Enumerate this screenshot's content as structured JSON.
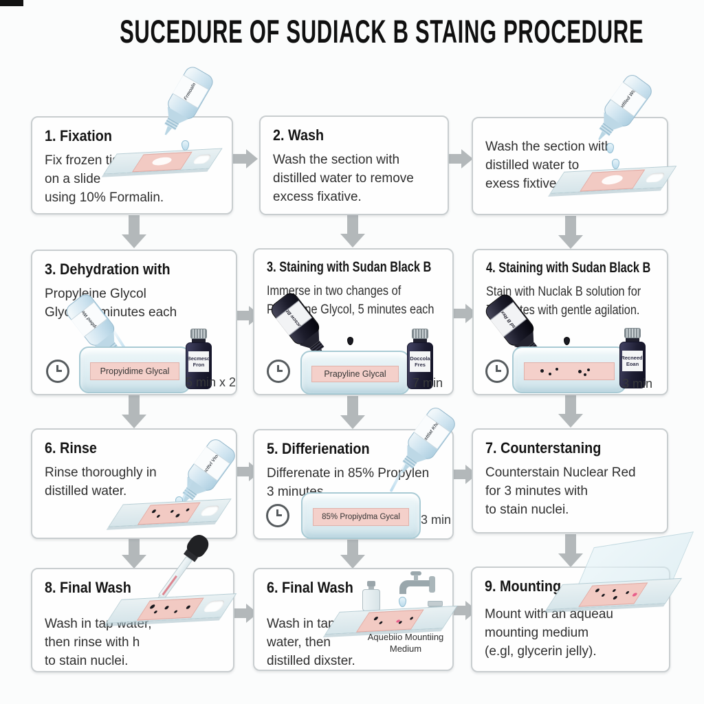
{
  "title": "SUCEDURE OF SUDIACK B STAING PROCEDURE",
  "colors": {
    "arrow_gray": "#b3b8ba",
    "box_border": "#c8cdcf",
    "tissue_pink": "#f2cac3",
    "slide_blue": "#dde9ec",
    "bottle_blue": "#cfe4f0",
    "bottle_dark": "#1c1c2b",
    "tray_blue": "#e9f4f7"
  },
  "steps": {
    "fixation": {
      "title": "1. Fixation",
      "line1": "Fix frozen tissue",
      "line2": "on a slide",
      "line3": "using 10% Formalin.",
      "bottle_label": "Frmoaln"
    },
    "wash": {
      "title": "2. Wash",
      "line1": "Wash the section with",
      "line2": "distilled water to remove",
      "line3": "excess fixative."
    },
    "wash2": {
      "line1": "Wash the section with",
      "line2": "distilled water to",
      "line3": "exess fixtive.",
      "bottle_label": "Dsotfiled Woter"
    },
    "dehydration": {
      "title": "3. Dehydration with",
      "line1": "Propyleine Glycol",
      "line2": "Glycol, 5 minutes each",
      "tray_label": "Propyidime Glycal",
      "time": "5 min x 2",
      "bottle_label": "Dopbed Weer",
      "reagent_line1": "Becmesd",
      "reagent_line2": "Fron"
    },
    "staining1": {
      "title": "3. Staining with Sudan Black B",
      "line1": "Immerse in two changes of",
      "line2": "Propylene Glycol, 5 minutes each",
      "tray_label": "Prapyline Glycal",
      "time": "7 min",
      "bottle_label": "Bucscw Bba",
      "reagent_line1": "Doccola",
      "reagent_line2": "Fres"
    },
    "staining2": {
      "title": "4. Staining with Sudan Black B",
      "line1": "Stain with Nuclak B solution for",
      "line2": "7 minutes with gentle agilation.",
      "time": "3 min",
      "bottle_label": "Basasd B Rexcsys",
      "reagent_line1": "Recneedi",
      "reagent_line2": "Eoan"
    },
    "rinse": {
      "title": "6. Rinse",
      "line1": "Rinse thoroughly in",
      "line2": "distilled water.",
      "bottle_label": "Dscttvl Vtoor"
    },
    "differentiation": {
      "title": "5. Differienation",
      "line1": "Differenate in 85% Propylen",
      "line2": "3 minutes.",
      "tray_label": "85% Propiydma Gycal",
      "time": "3 min",
      "bottle_label": "Orsttlat Khatr"
    },
    "counterstain": {
      "title": "7. Counterstaning",
      "line1": "Counterstain Nuclear Red",
      "line2": "for 3 minutes with",
      "line3": "to stain nuclei."
    },
    "final_wash_1": {
      "title": "8. Final Wash",
      "line1": "Wash in tap water,",
      "line2": "then rinse with h",
      "line3": "to stain nuclei."
    },
    "final_wash_2": {
      "title": "6. Final Wash",
      "line1": "Wash in tap",
      "line2": "water, then",
      "line3": "distilled dixster.",
      "caption_line1": "Aquebiio Mountiing",
      "caption_line2": "Medium"
    },
    "mounting": {
      "title": "9. Mounting",
      "line1": "Mount with an aqueau",
      "line2": "mounting medium",
      "line3": "(e.gl, glycerin jelly)."
    }
  }
}
